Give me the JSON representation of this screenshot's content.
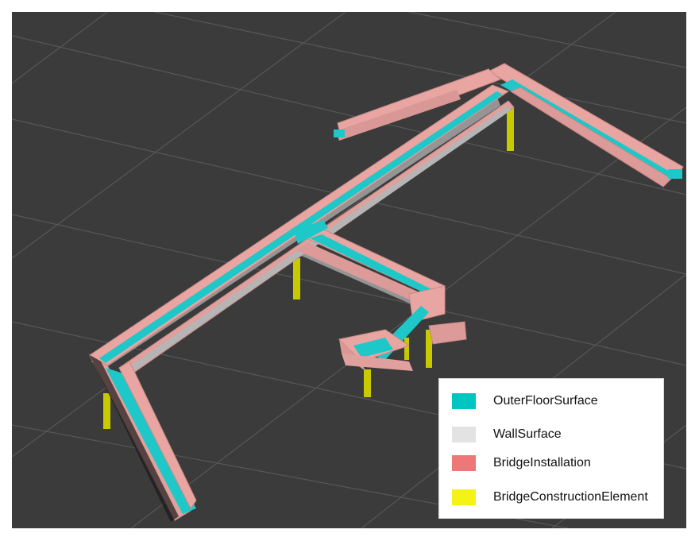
{
  "legend": {
    "items": [
      {
        "label": "OuterFloorSurface",
        "color": "#00c5c0"
      },
      {
        "label": "WallSurface",
        "color": "#e3e3e3"
      },
      {
        "label": "BridgeInstallation",
        "color": "#ee7777"
      },
      {
        "label": "BridgeConstructionElement",
        "color": "#f5f215"
      }
    ]
  },
  "scene": {
    "background_color": "#3b3b3b",
    "grid_color": "#5a5a5a",
    "wall_color": "#e3a3a0",
    "floor_color": "#15c8c8",
    "pillar_color": "#d4d400",
    "underside_color": "#b8b8b8"
  }
}
